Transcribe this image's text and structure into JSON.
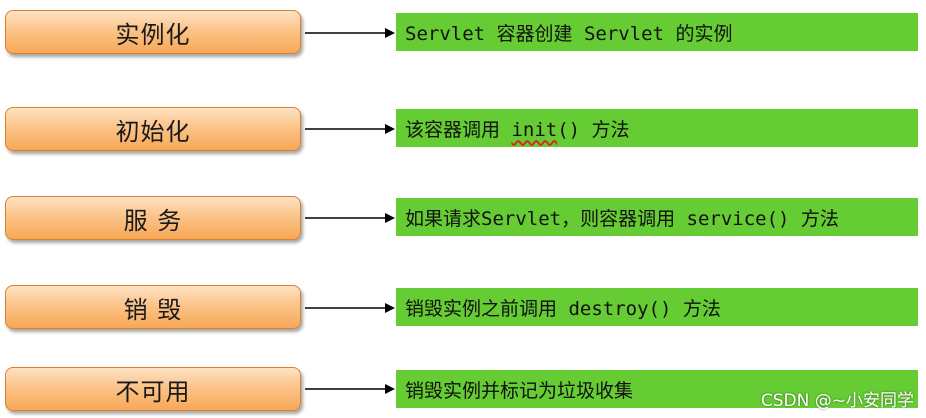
{
  "stages": [
    {
      "label": "实例化",
      "description": "Servlet 容器创建 Servlet 的实例"
    },
    {
      "label": "初始化",
      "description_pre": "该容器调用 ",
      "description_flag": "init",
      "description_post": "() 方法"
    },
    {
      "label": "服 务",
      "description": "如果请求Servlet，则容器调用 service() 方法"
    },
    {
      "label": "销 毁",
      "description": "销毁实例之前调用 destroy() 方法"
    },
    {
      "label": "不可用",
      "description": "销毁实例并标记为垃圾收集"
    }
  ],
  "watermark": "CSDN @~小安同学",
  "colors": {
    "stage_fill": "#f7a857",
    "description_fill": "#66cc33",
    "arrow": "#000000"
  }
}
